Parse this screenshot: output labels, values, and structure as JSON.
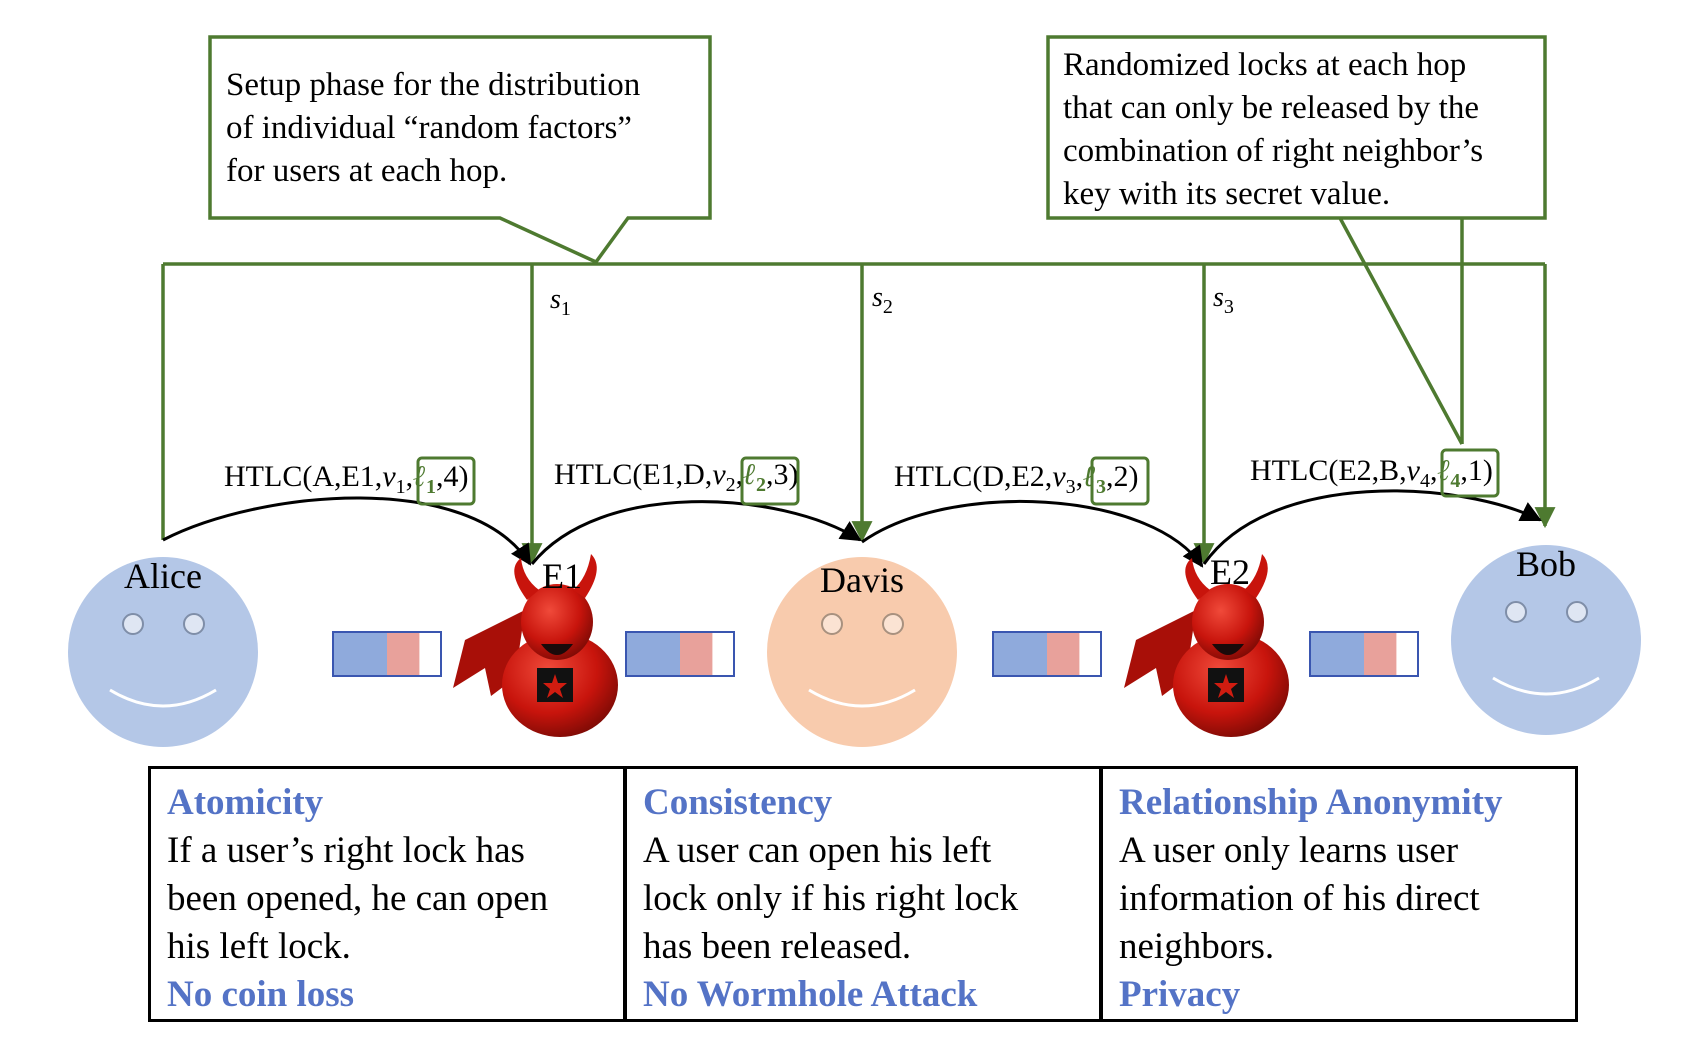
{
  "callouts": {
    "setup": {
      "lines": [
        "Setup phase for the distribution",
        "of individual “random factors”",
        "for users at each hop."
      ]
    },
    "locks": {
      "lines": [
        "Randomized locks at each hop",
        "that can only be released by the",
        "combination of right neighbor’s",
        "key with its secret value."
      ]
    }
  },
  "secrets": [
    {
      "base": "s",
      "sub": "1"
    },
    {
      "base": "s",
      "sub": "2"
    },
    {
      "base": "s",
      "sub": "3"
    }
  ],
  "users": [
    {
      "name": "Alice",
      "kind": "honest",
      "color": "#b4c7e7"
    },
    {
      "name": "E1",
      "kind": "adversary"
    },
    {
      "name": "Davis",
      "kind": "honest",
      "color": "#f8cbad"
    },
    {
      "name": "E2",
      "kind": "adversary"
    },
    {
      "name": "Bob",
      "kind": "honest",
      "color": "#b4c7e7"
    }
  ],
  "htlcs": [
    {
      "prefix": "HTLC(A,E1,",
      "v": "v",
      "vsub": "1",
      "lock": "ℓ",
      "locksub": "1",
      "suffix": "4)"
    },
    {
      "prefix": "HTLC(E1,D,",
      "v": "v",
      "vsub": "2",
      "lock": "ℓ",
      "locksub": "2",
      "suffix": "3)"
    },
    {
      "prefix": "HTLC(D,E2,",
      "v": "v",
      "vsub": "3",
      "lock": "ℓ",
      "locksub": "3",
      "suffix": "2)"
    },
    {
      "prefix": "HTLC(E2,B,",
      "v": "v",
      "vsub": "4",
      "lock": "ℓ",
      "locksub": "4",
      "suffix": "1)"
    }
  ],
  "channel_bars": [
    {
      "blue": 0.5,
      "red": 0.3
    },
    {
      "blue": 0.5,
      "red": 0.3
    },
    {
      "blue": 0.5,
      "red": 0.3
    },
    {
      "blue": 0.5,
      "red": 0.3
    }
  ],
  "properties": [
    {
      "title": "Atomicity",
      "lines": [
        "If a user’s right lock has",
        "been opened, he can open",
        "his left lock."
      ],
      "sub": "No coin loss"
    },
    {
      "title": "Consistency",
      "lines": [
        "A user can open his left",
        "lock only if his right lock",
        "has been released."
      ],
      "sub": "No Wormhole Attack"
    },
    {
      "title": "Relationship Anonymity",
      "lines": [
        "A user only learns user",
        "information of his direct",
        "neighbors."
      ],
      "sub": "Privacy"
    }
  ],
  "colors": {
    "green": "#4e7a30",
    "blue_bar": "#8faadc",
    "red_bar": "#e8a19b",
    "accent_blue": "#5473c6",
    "devil_red": "#d01c10"
  }
}
